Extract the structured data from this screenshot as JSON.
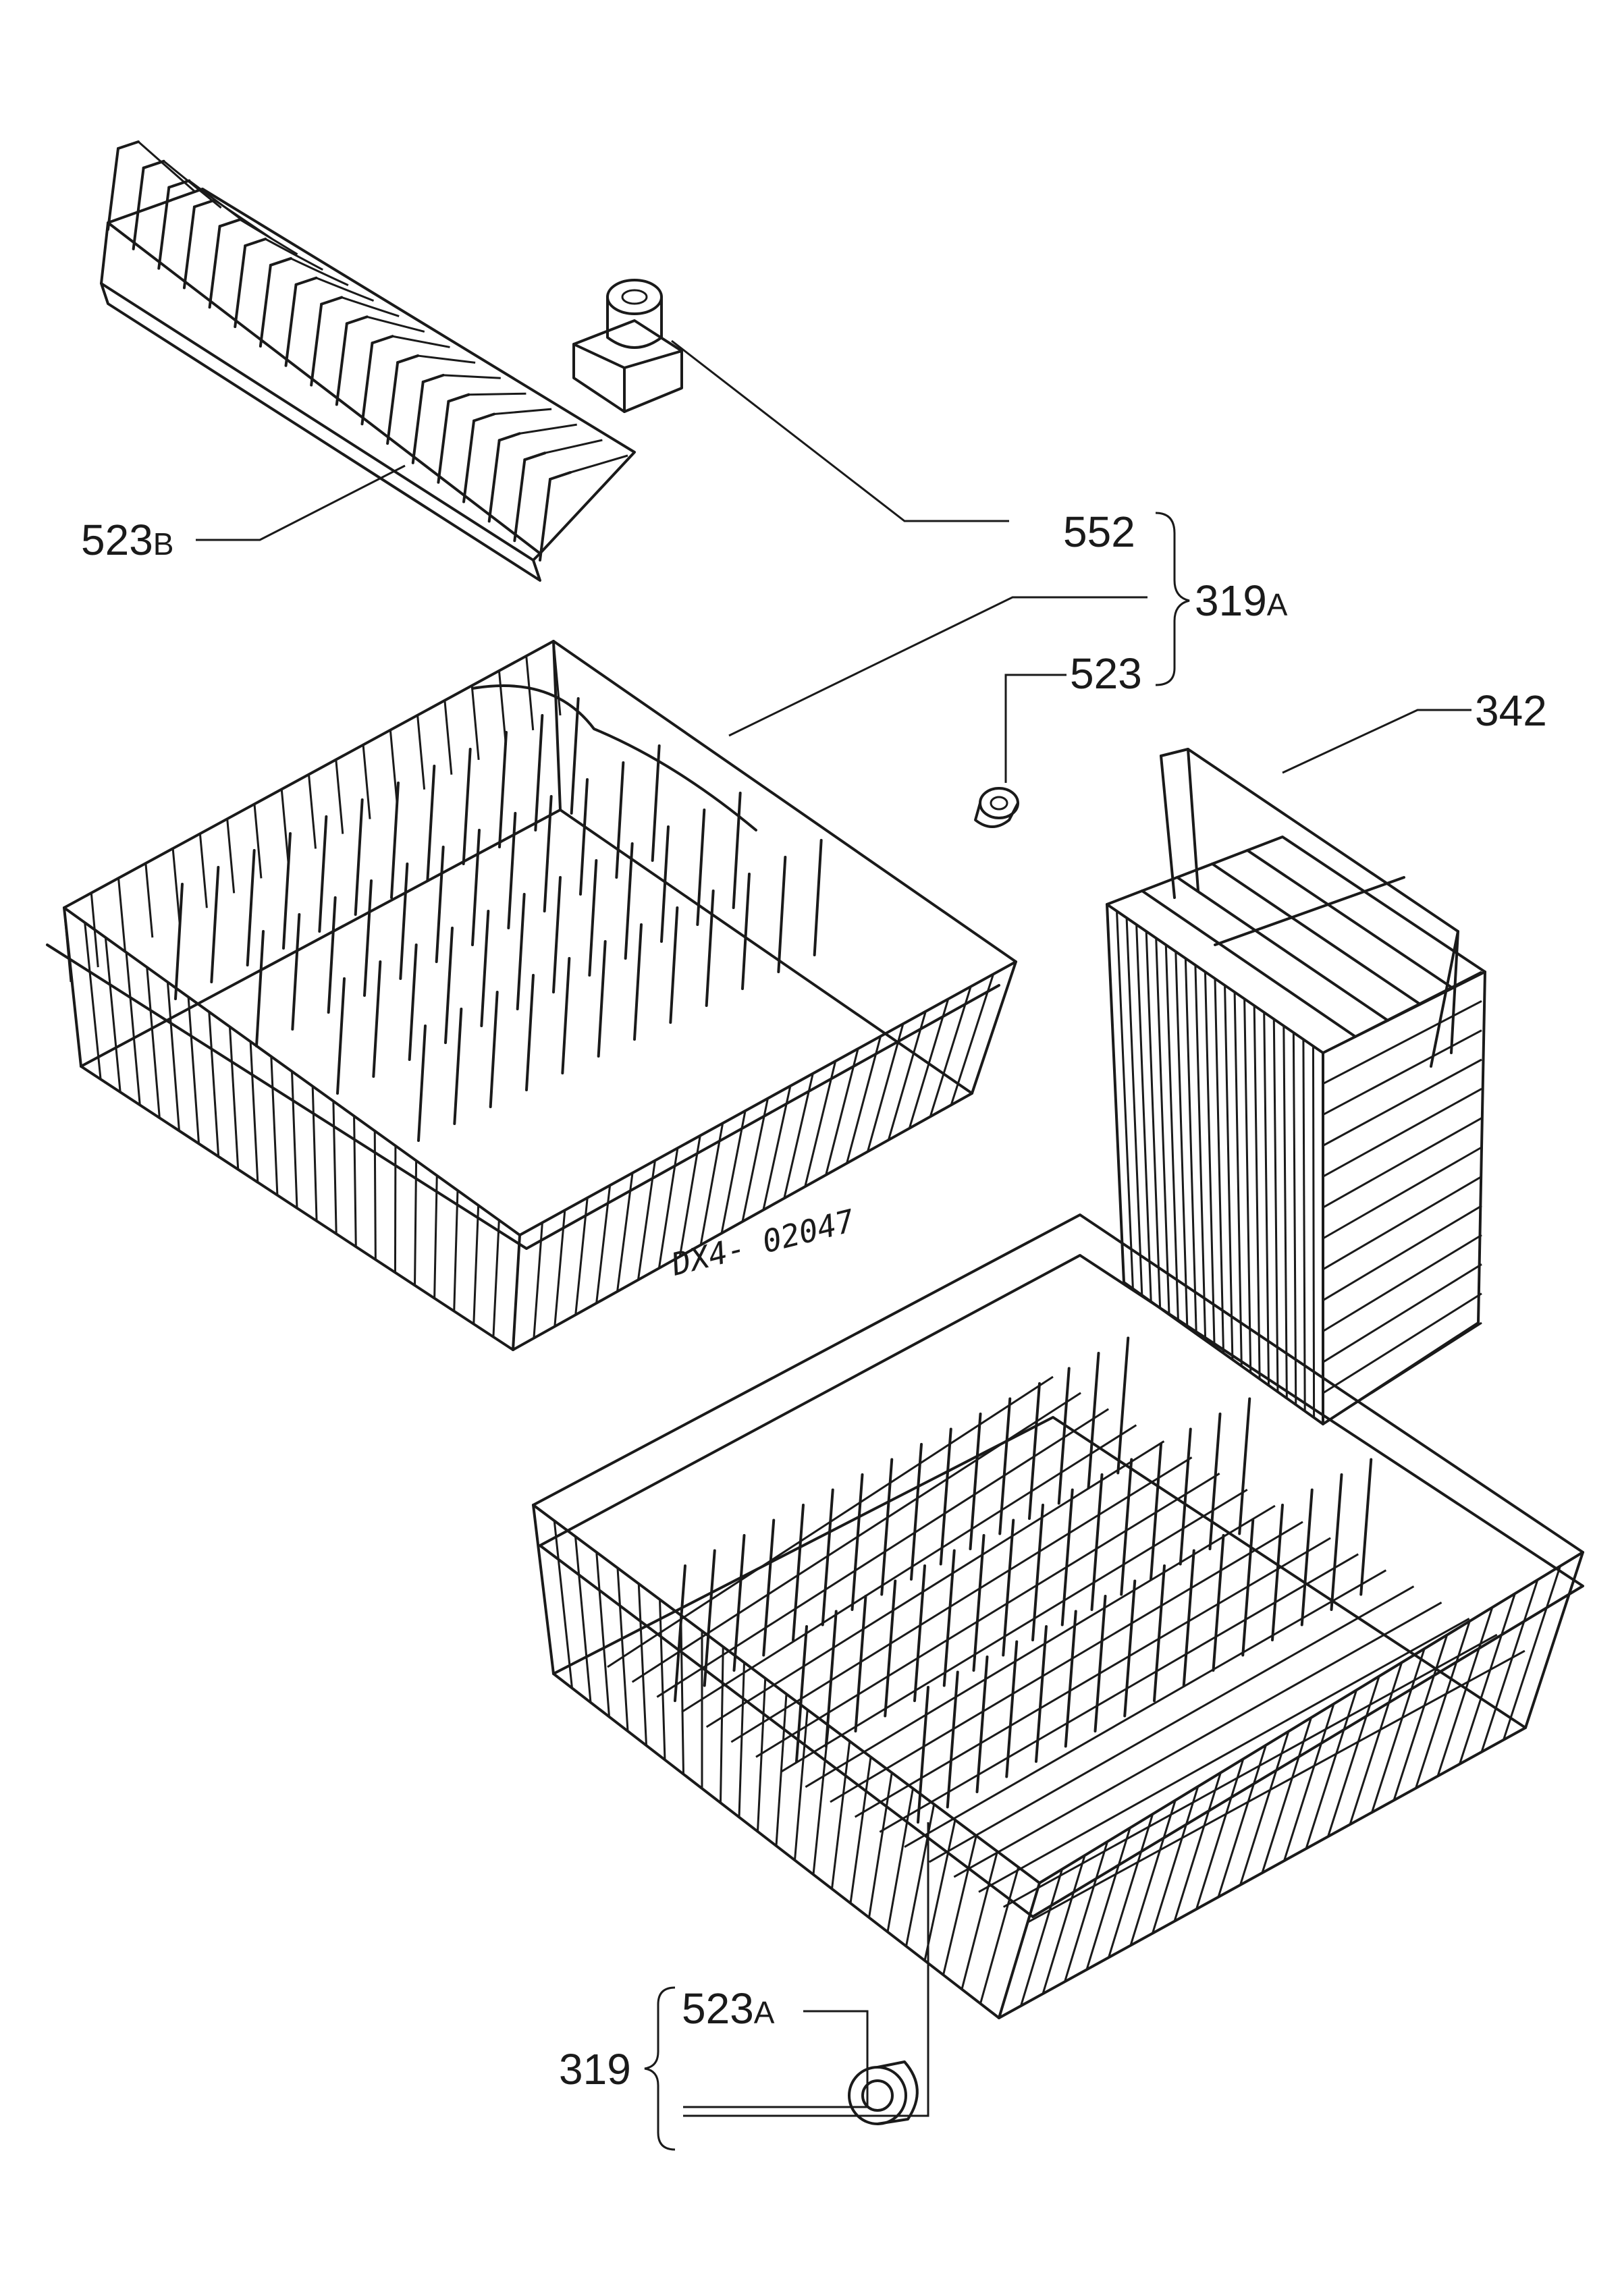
{
  "callouts": {
    "c523b": {
      "num": "523",
      "suffix": "B"
    },
    "c552": {
      "num": "552"
    },
    "c319a": {
      "num": "319",
      "suffix": "A"
    },
    "c523": {
      "num": "523"
    },
    "c342": {
      "num": "342"
    },
    "c523a": {
      "num": "523",
      "suffix": "A"
    },
    "c319": {
      "num": "319"
    }
  },
  "drawing_code": "DX4- 02047"
}
